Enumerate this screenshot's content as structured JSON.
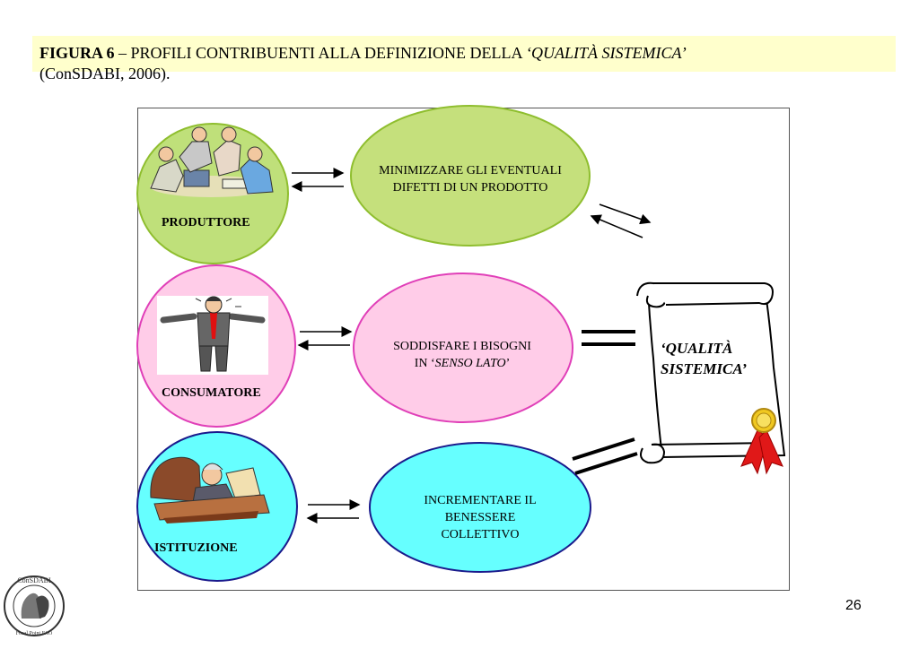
{
  "caption": {
    "figure_label": "FIGURA 6",
    "dash": " – ",
    "title": "PROFILI CONTRIBUENTI ALLA DEFINIZIONE DELLA",
    "title_italic": "‘QUALITÀ  SISTEMICA’",
    "source": "(ConSDABI, 2006)."
  },
  "roles": [
    {
      "label": "PRODUTTORE",
      "color": "#bfe07a",
      "border": "#8fbe2f",
      "icon": "business-team-icon"
    },
    {
      "label": "CONSUMATORE",
      "color": "#ffcce8",
      "border": "#e03fb8",
      "icon": "confused-man-icon"
    },
    {
      "label": "ISTITUZIONE",
      "color": "#66ffff",
      "border": "#1a1a8c",
      "icon": "official-at-desk-icon"
    }
  ],
  "goals": [
    {
      "line1": "MINIMIZZARE GLI EVENTUALI",
      "line2": "DIFETTI DI UN PRODOTTO",
      "color": "#c5e07c",
      "border": "#8fbe2f"
    },
    {
      "line1": "SODDISFARE I BISOGNI",
      "line2_pre": "IN ‘",
      "line2_italic": "SENSO LATO",
      "line2_post": "’",
      "color": "#ffcce8",
      "border": "#e03fb8"
    },
    {
      "line1": "INCREMENTARE IL",
      "line2": "BENESSERE",
      "line3": "COLLETTIVO",
      "color": "#66ffff",
      "border": "#1a1a8c"
    }
  ],
  "result": {
    "line1": "‘QUALITÀ",
    "line2": "SISTEMICA’",
    "icon": "scroll-with-seal-icon"
  },
  "logo": {
    "icon": "consdabi-logo-icon",
    "text": "ConSDABI National Focal Point FAO"
  },
  "page_number": "26"
}
